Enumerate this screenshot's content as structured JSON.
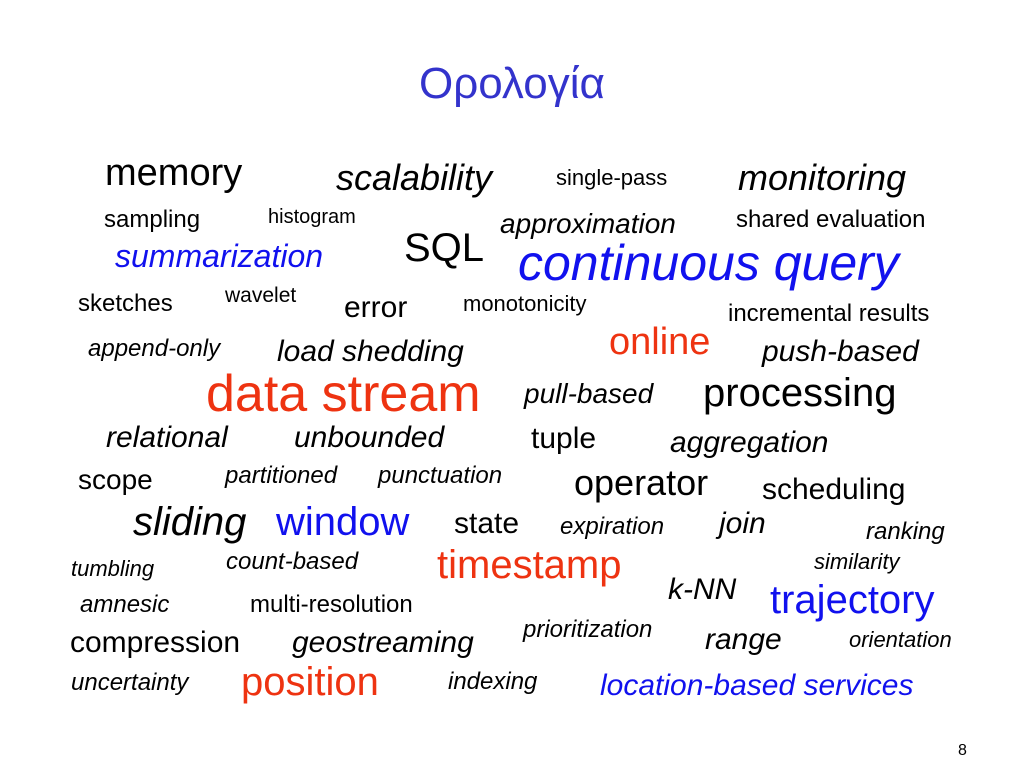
{
  "colors": {
    "title": "#3333cc",
    "black": "#000000",
    "red": "#ee3311",
    "blue": "#1111ee"
  },
  "title": "Ορολογία",
  "words": [
    {
      "text": "memory",
      "color": "black",
      "italic": false
    },
    {
      "text": "scalability",
      "color": "black",
      "italic": true
    },
    {
      "text": "single-pass",
      "color": "black",
      "italic": false
    },
    {
      "text": "monitoring",
      "color": "black",
      "italic": true
    },
    {
      "text": "sampling",
      "color": "black",
      "italic": false
    },
    {
      "text": "histogram",
      "color": "black",
      "italic": false
    },
    {
      "text": "approximation",
      "color": "black",
      "italic": true
    },
    {
      "text": "shared evaluation",
      "color": "black",
      "italic": false
    },
    {
      "text": "summarization",
      "color": "blue",
      "italic": true
    },
    {
      "text": "SQL",
      "color": "black",
      "italic": false
    },
    {
      "text": "continuous query",
      "color": "blue",
      "italic": true
    },
    {
      "text": "sketches",
      "color": "black",
      "italic": false
    },
    {
      "text": "wavelet",
      "color": "black",
      "italic": false
    },
    {
      "text": "error",
      "color": "black",
      "italic": false
    },
    {
      "text": "monotonicity",
      "color": "black",
      "italic": false
    },
    {
      "text": "incremental results",
      "color": "black",
      "italic": false
    },
    {
      "text": "online",
      "color": "red",
      "italic": false
    },
    {
      "text": "append-only",
      "color": "black",
      "italic": true
    },
    {
      "text": "load shedding",
      "color": "black",
      "italic": true
    },
    {
      "text": "push-based",
      "color": "black",
      "italic": true
    },
    {
      "text": "data stream",
      "color": "red",
      "italic": false
    },
    {
      "text": "pull-based",
      "color": "black",
      "italic": true
    },
    {
      "text": "processing",
      "color": "black",
      "italic": false
    },
    {
      "text": "relational",
      "color": "black",
      "italic": true
    },
    {
      "text": "unbounded",
      "color": "black",
      "italic": true
    },
    {
      "text": "tuple",
      "color": "black",
      "italic": false
    },
    {
      "text": "aggregation",
      "color": "black",
      "italic": true
    },
    {
      "text": "scope",
      "color": "black",
      "italic": false
    },
    {
      "text": "partitioned",
      "color": "black",
      "italic": true
    },
    {
      "text": "punctuation",
      "color": "black",
      "italic": true
    },
    {
      "text": "operator",
      "color": "black",
      "italic": false
    },
    {
      "text": "scheduling",
      "color": "black",
      "italic": false
    },
    {
      "text": "sliding",
      "color": "black",
      "italic": true
    },
    {
      "text": "window",
      "color": "blue",
      "italic": false
    },
    {
      "text": "state",
      "color": "black",
      "italic": false
    },
    {
      "text": "expiration",
      "color": "black",
      "italic": true
    },
    {
      "text": "join",
      "color": "black",
      "italic": true
    },
    {
      "text": "ranking",
      "color": "black",
      "italic": true
    },
    {
      "text": "tumbling",
      "color": "black",
      "italic": true
    },
    {
      "text": "count-based",
      "color": "black",
      "italic": true
    },
    {
      "text": "timestamp",
      "color": "red",
      "italic": false
    },
    {
      "text": "similarity",
      "color": "black",
      "italic": true
    },
    {
      "text": "k-NN",
      "color": "black",
      "italic": true
    },
    {
      "text": "trajectory",
      "color": "blue",
      "italic": false
    },
    {
      "text": "amnesic",
      "color": "black",
      "italic": true
    },
    {
      "text": "multi-resolution",
      "color": "black",
      "italic": false
    },
    {
      "text": "compression",
      "color": "black",
      "italic": false
    },
    {
      "text": "geostreaming",
      "color": "black",
      "italic": true
    },
    {
      "text": "prioritization",
      "color": "black",
      "italic": true
    },
    {
      "text": "range",
      "color": "black",
      "italic": true
    },
    {
      "text": "orientation",
      "color": "black",
      "italic": true
    },
    {
      "text": "uncertainty",
      "color": "black",
      "italic": true
    },
    {
      "text": "position",
      "color": "red",
      "italic": false
    },
    {
      "text": "indexing",
      "color": "black",
      "italic": true
    },
    {
      "text": "location-based services",
      "color": "blue",
      "italic": true
    }
  ],
  "page_number": "8"
}
